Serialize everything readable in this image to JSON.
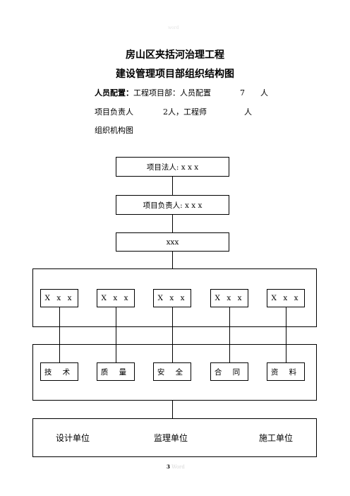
{
  "header": {
    "faint_text": "word"
  },
  "title": {
    "line1": "房山区夹括河治理工程",
    "line2": "建设管理项目部组织结构图"
  },
  "staffing": {
    "label": "人员配置：",
    "line1_text": "工程项目部：人员配置",
    "line1_count": "7",
    "line1_unit": "人",
    "line2_text": "项目负责人",
    "line2_count": "2人，工程师",
    "line2_unit": "人",
    "line3_text": "组织机构图"
  },
  "org": {
    "legal_rep": "项目法人:  x x x",
    "project_lead": "项目负责人:  x x x",
    "xxx": "xxx",
    "managers": [
      "X x x",
      "X x x",
      "X x x",
      "X x x",
      "X x x"
    ],
    "departments": [
      "技 术",
      "质 量",
      "安 全",
      "合 同",
      "资 料"
    ],
    "units": [
      "设计单位",
      "监理单位",
      "施工单位"
    ]
  },
  "footer": {
    "page": "3",
    "faint": "Word"
  }
}
